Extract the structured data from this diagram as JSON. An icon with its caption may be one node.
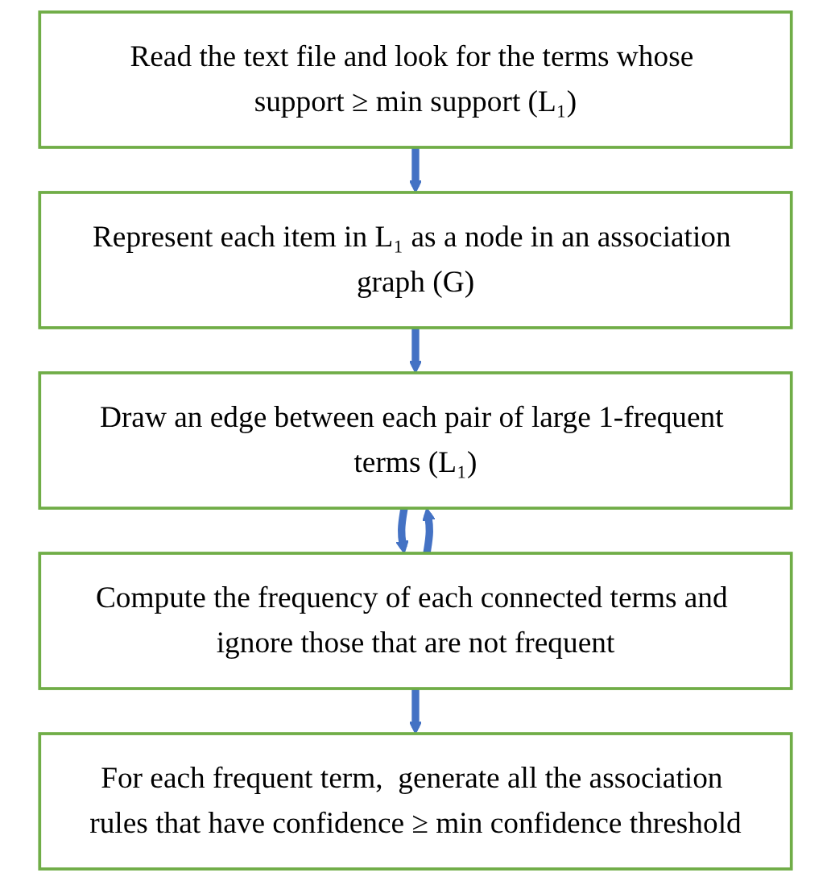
{
  "diagram": {
    "nodes": [
      {
        "text": [
          "Read the text file and look for the terms whose support ≥ min support (L₁)"
        ]
      },
      {
        "text": [
          "Represent each item in L₁ as a node in an association graph (G)"
        ]
      },
      {
        "text": [
          "Draw an edge between each pair of large 1-frequent terms (L₁)"
        ]
      },
      {
        "text": [
          "Compute the frequency of each connected terms and ignore those that are not frequent"
        ]
      },
      {
        "text": [
          "For each frequent term,  generate all the association rules that have confidence ≥ min confidence threshold"
        ]
      }
    ],
    "edges": [
      {
        "from": 0,
        "to": 1,
        "arrow": "to"
      },
      {
        "from": 1,
        "to": 2,
        "arrow": "to"
      },
      {
        "from": 2,
        "to": 3,
        "arrow": "to"
      },
      {
        "from": 3,
        "to": 4,
        "arrow": "to"
      },
      {
        "from": 3,
        "to": 2,
        "arrow": "to"
      }
    ]
  }
}
